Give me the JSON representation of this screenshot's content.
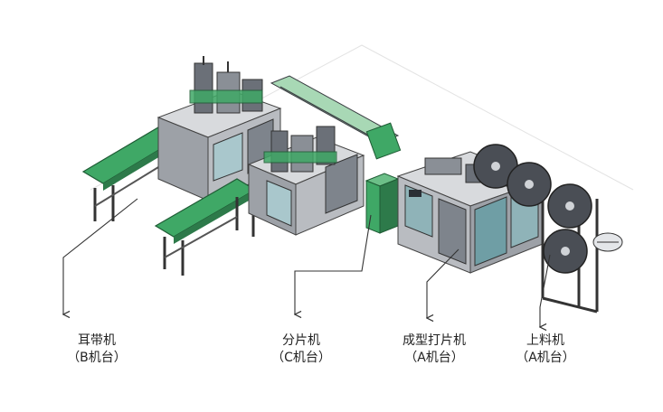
{
  "labels": {
    "ear_band": {
      "name": "耳带机",
      "unit": "（B机台）"
    },
    "splitter": {
      "name": "分片机",
      "unit": "（C机台）"
    },
    "forming": {
      "name": "成型打片机",
      "unit": "（A机台）"
    },
    "feeder": {
      "name": "上料机",
      "unit": "（A机台）"
    }
  },
  "colors": {
    "conveyor_green": "#3fa866",
    "cabinet_grey": "#c9ccd0",
    "cabinet_dark": "#6b7078",
    "frame": "#3a3d42",
    "guard_teal": "#8fb3b8",
    "line": "#333333"
  }
}
